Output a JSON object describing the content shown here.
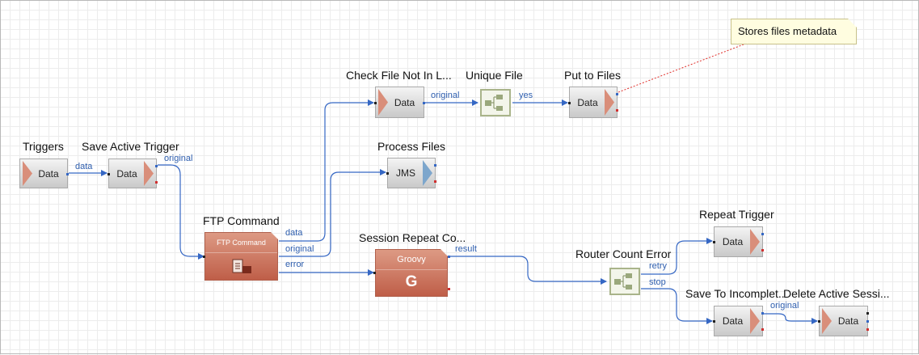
{
  "note": {
    "text": "Stores files metadata"
  },
  "nodes": {
    "triggers": {
      "title": "Triggers",
      "type": "Data"
    },
    "save_active_trigger": {
      "title": "Save Active Trigger",
      "type": "Data"
    },
    "ftp_command": {
      "title": "FTP Command",
      "type": "FTP Command"
    },
    "check_file": {
      "title": "Check File Not In L...",
      "type": "Data"
    },
    "unique_file": {
      "title": "Unique File"
    },
    "put_to_files": {
      "title": "Put to Files",
      "type": "Data"
    },
    "process_files": {
      "title": "Process Files",
      "type": "JMS"
    },
    "session_repeat": {
      "title": "Session Repeat Co...",
      "type": "Groovy",
      "glyph": "G"
    },
    "router_count_error": {
      "title": "Router Count Error"
    },
    "repeat_trigger": {
      "title": "Repeat Trigger",
      "type": "Data"
    },
    "save_incomplete": {
      "title": "Save To Incomplet..",
      "type": "Data"
    },
    "delete_active": {
      "title": "Delete Active Sessi...",
      "type": "Data"
    }
  },
  "ports": {
    "data1": "data",
    "original1": "original",
    "ftp_data": "data",
    "ftp_original": "original",
    "ftp_error": "error",
    "check_original": "original",
    "unique_yes": "yes",
    "session_result": "result",
    "router_retry": "retry",
    "router_stop": "stop",
    "original2": "original"
  },
  "colors": {
    "wire": "#3567c4",
    "dashed": "#e0302c",
    "data_arrow": "#d98e7a",
    "jms_arrow": "#7da6cc",
    "service": "#c9705a",
    "router_border": "#a9b48a"
  }
}
